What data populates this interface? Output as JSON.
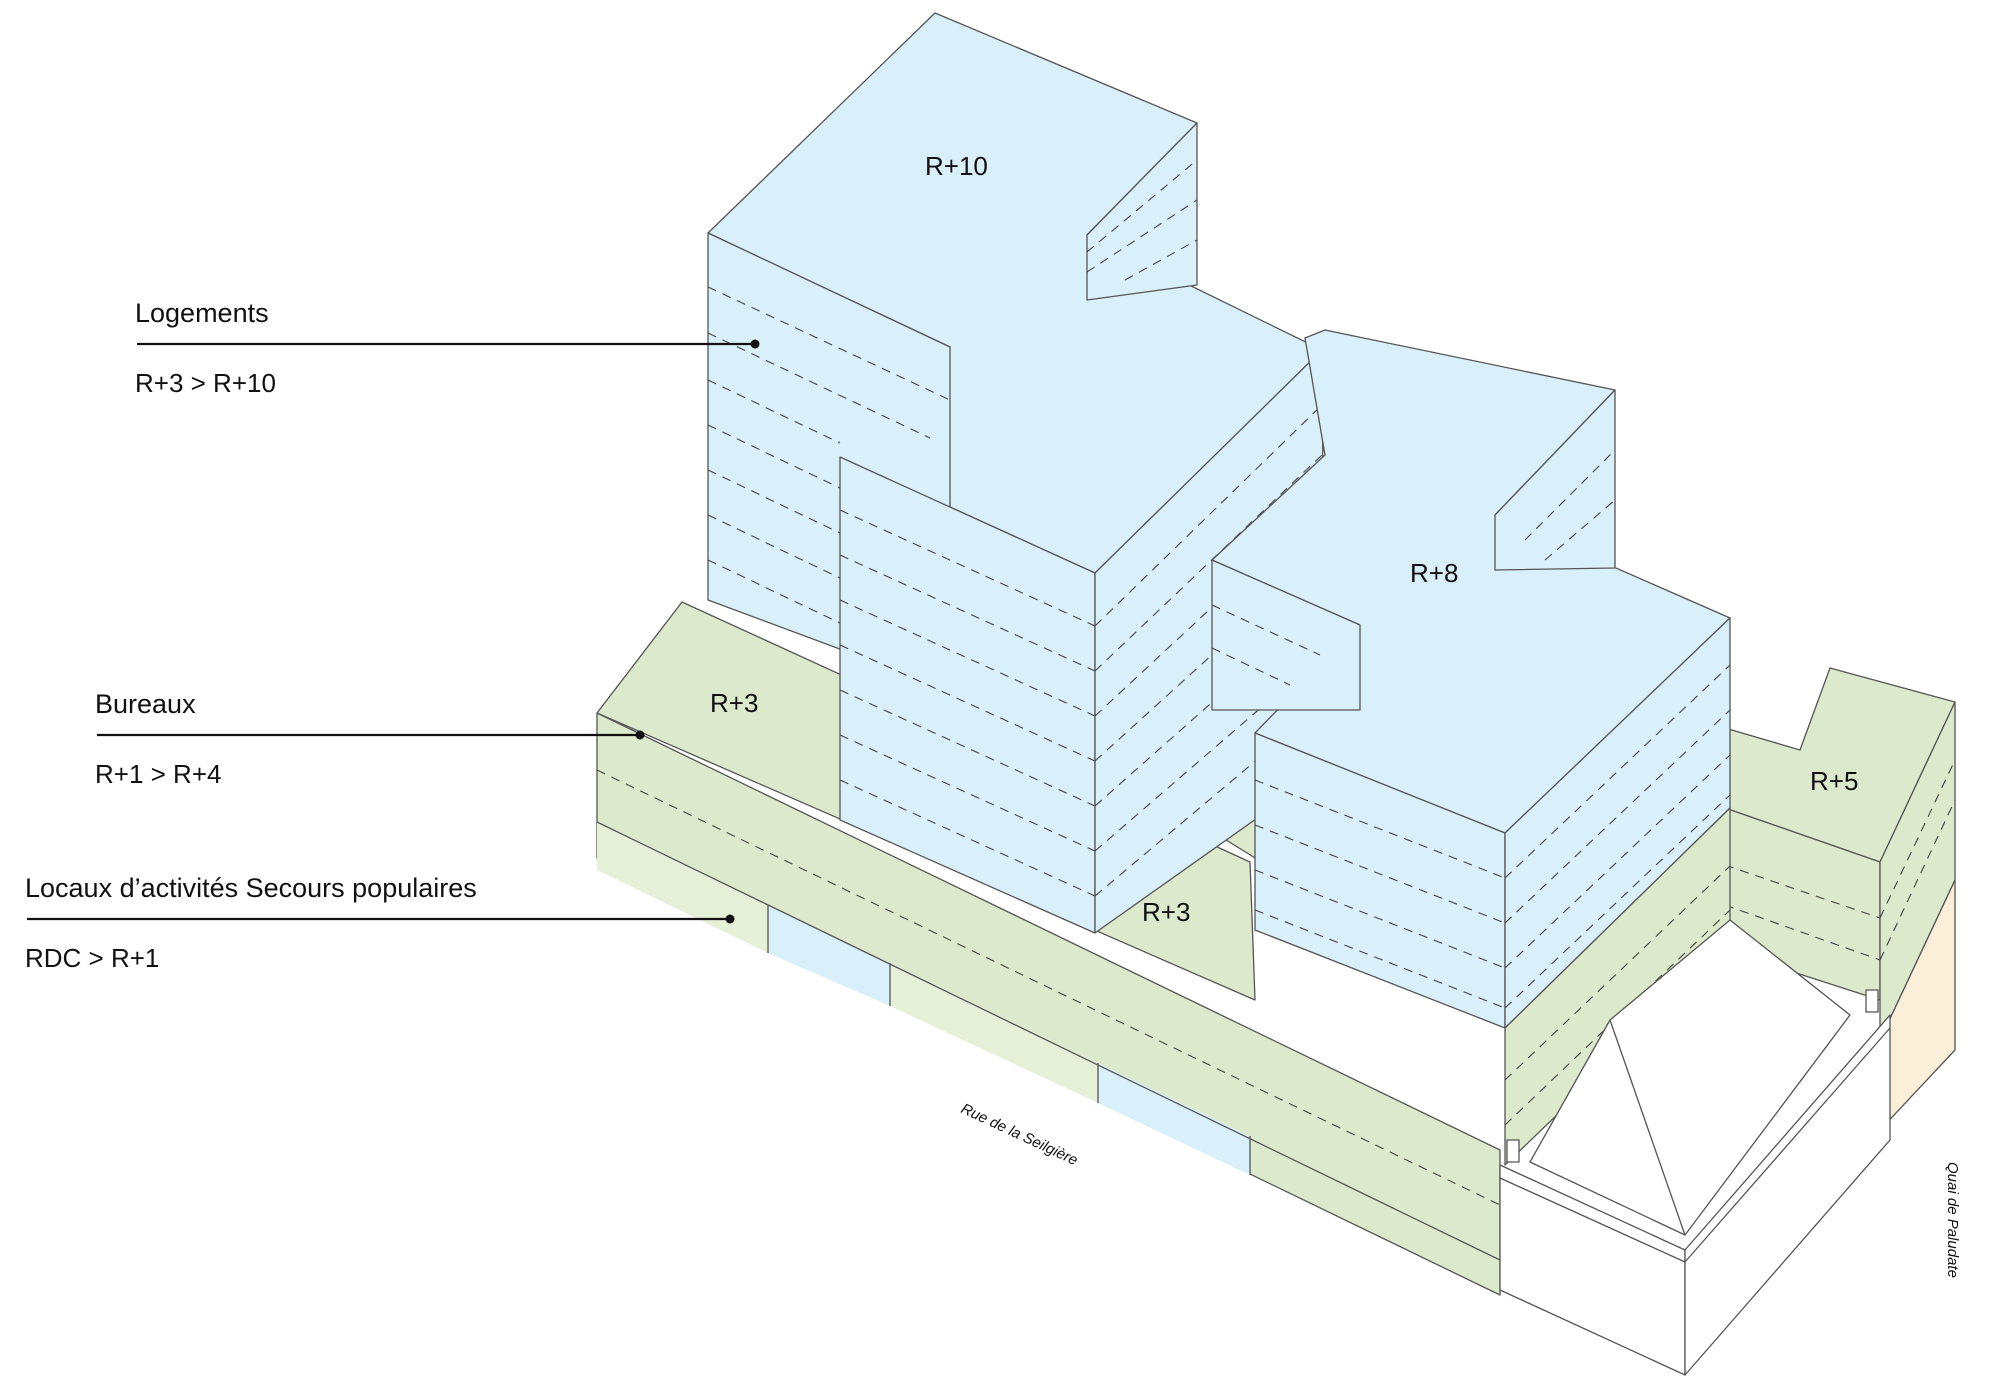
{
  "legend": [
    {
      "title": "Logements",
      "range": "R+3 > R+10"
    },
    {
      "title": "Bureaux",
      "range": "R+1 > R+4"
    },
    {
      "title": "Locaux d’activités Secours populaires",
      "range": "RDC > R+1"
    }
  ],
  "levels": {
    "tower_left": "R+10",
    "tower_right": "R+8",
    "offices_left": "R+3",
    "offices_middle": "R+3",
    "offices_right": "R+5"
  },
  "streets": {
    "south": "Rue de la Seilgière",
    "east": "Quai de Paludate"
  },
  "colors": {
    "logements": "#d9eff9",
    "bureaux": "#dde9cc",
    "activites": "#e6f0d8",
    "annexe": "#fbefd9",
    "outline": "#555555"
  }
}
